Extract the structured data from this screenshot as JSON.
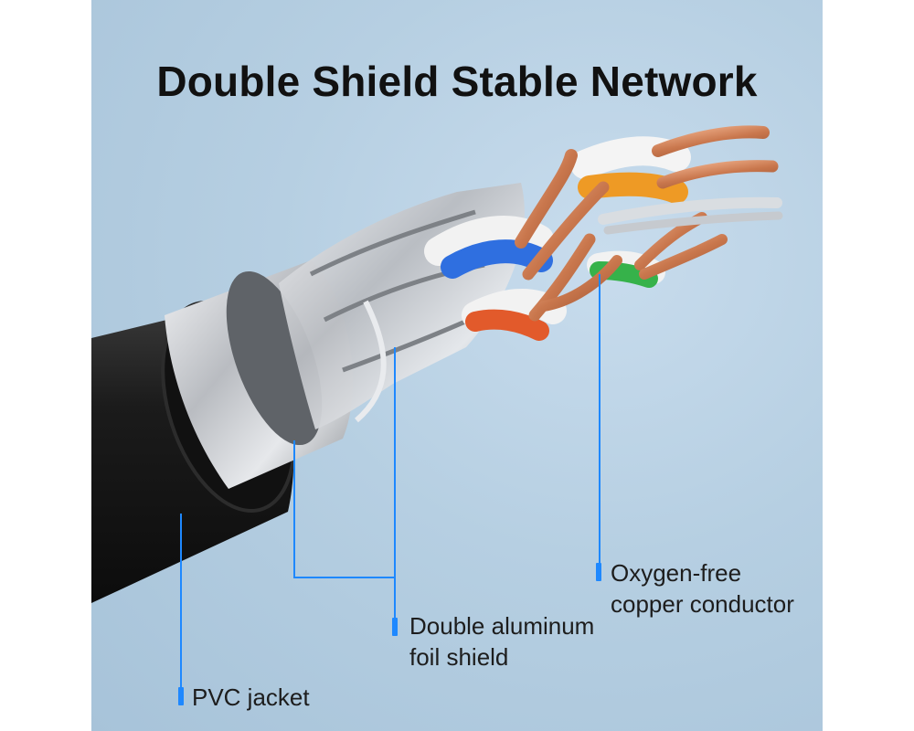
{
  "title": "Double Shield Stable Network",
  "colors": {
    "background": "#b6cfe2",
    "accent": "#1e88ff",
    "jacket": "#1a1a1a",
    "foil": "#c9ccd0",
    "copper": "#d98a5e"
  },
  "callouts": [
    {
      "line1": "PVC jacket",
      "line2": ""
    },
    {
      "line1": "Double aluminum",
      "line2": "foil shield"
    },
    {
      "line1": "Oxygen-free",
      "line2": "copper conductor"
    }
  ]
}
